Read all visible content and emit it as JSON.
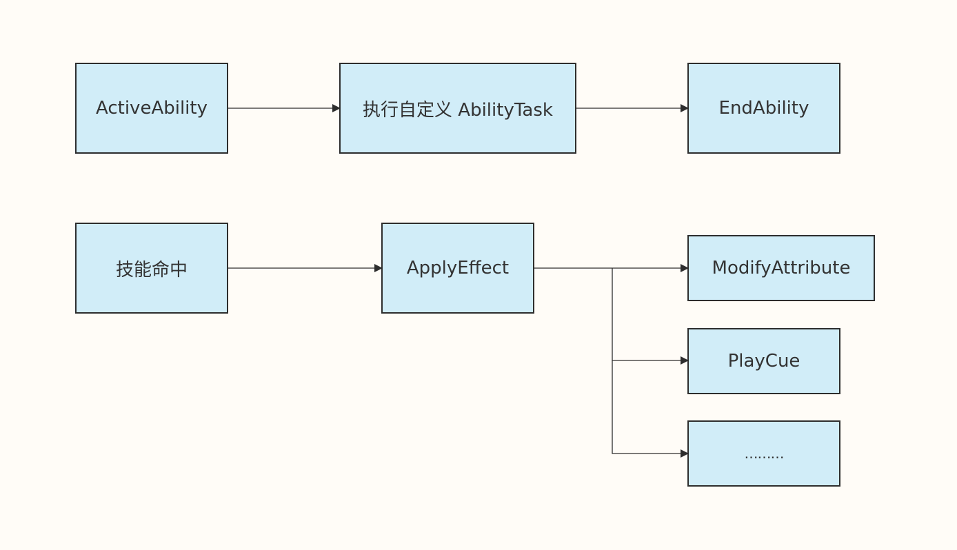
{
  "diagram": {
    "background": "#fffcf7",
    "node_fill": "#d1edf8",
    "node_border": "#2d2d2d",
    "edge_color": "#2d2d2d",
    "nodes": {
      "active_ability": "ActiveAbility",
      "ability_task": "执行自定义 AbilityTask",
      "end_ability": "EndAbility",
      "skill_hit": "技能命中",
      "apply_effect": "ApplyEffect",
      "modify_attribute": "ModifyAttribute",
      "play_cue": "PlayCue",
      "more": "………"
    },
    "edges": [
      {
        "from": "active_ability",
        "to": "ability_task"
      },
      {
        "from": "ability_task",
        "to": "end_ability"
      },
      {
        "from": "skill_hit",
        "to": "apply_effect"
      },
      {
        "from": "apply_effect",
        "to": "modify_attribute"
      },
      {
        "from": "apply_effect",
        "to": "play_cue"
      },
      {
        "from": "apply_effect",
        "to": "more"
      }
    ]
  }
}
